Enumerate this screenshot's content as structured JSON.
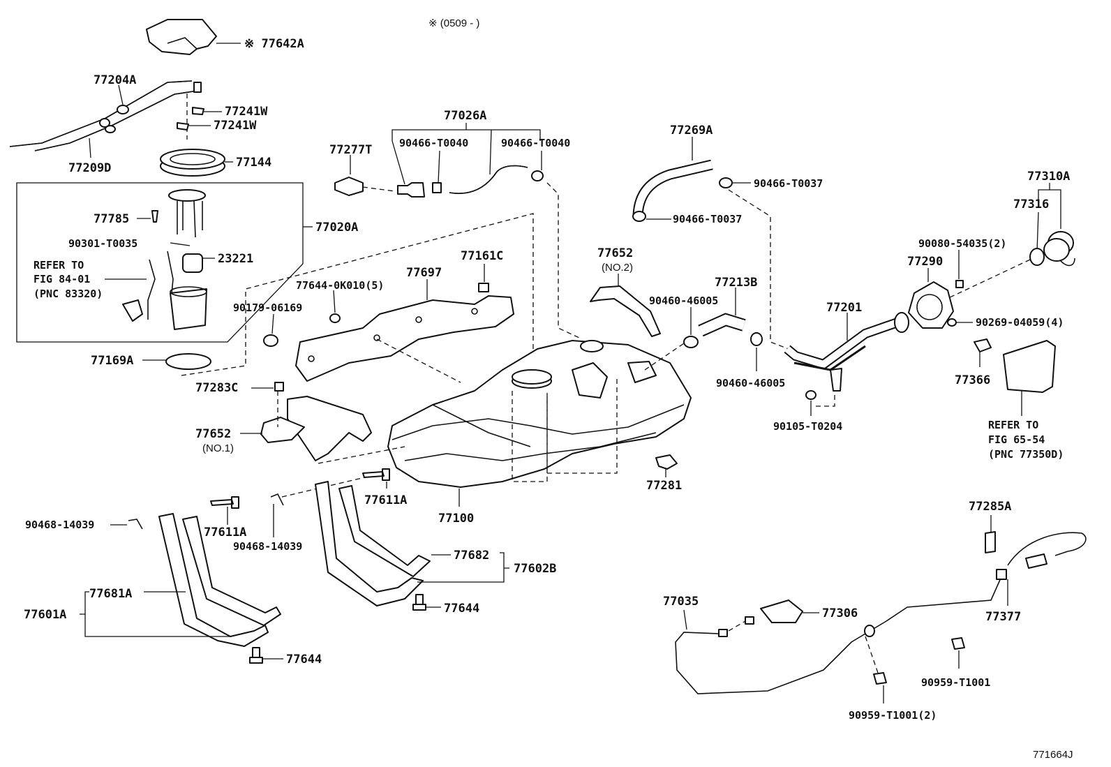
{
  "header_note": "※ (0509 -        )",
  "diagram_id": "771664J",
  "labels": {
    "l77642A": "※ 77642A",
    "l77204A": "77204A",
    "l77241W_1": "77241W",
    "l77241W_2": "77241W",
    "l77144": "77144",
    "l77209D": "77209D",
    "l77785": "77785",
    "l77020A": "77020A",
    "l90301": "90301-T0035",
    "l23221": "23221",
    "refer1_a": "REFER TO",
    "refer1_b": "FIG 84-01",
    "refer1_c": "(PNC 83320)",
    "l77169A": "77169A",
    "l77283C": "77283C",
    "l77652_1": "77652",
    "l77652_1n": "(NO.1)",
    "l90468_1": "90468-14039",
    "l77611A_1": "77611A",
    "l90468_2": "90468-14039",
    "l77681A": "77681A",
    "l77601A": "77601A",
    "l77644_1": "77644",
    "l77026A": "77026A",
    "l77277T": "77277T",
    "l90466_a": "90466-T0040",
    "l90466_b": "90466-T0040",
    "l90179": "90179-06169",
    "l77644_0K": "77644-0K010(5)",
    "l77697": "77697",
    "l77161C": "77161C",
    "l77652_2": "77652",
    "l77652_2n": "(NO.2)",
    "l77611A_2": "77611A",
    "l77100": "77100",
    "l77682": "77682",
    "l77602B": "77602B",
    "l77644_2": "77644",
    "l77281": "77281",
    "l77269A": "77269A",
    "l90466_c": "90466-T0037",
    "l90466_d": "90466-T0037",
    "l90460_a": "90460-46005",
    "l77213B": "77213B",
    "l90460_b": "90460-46005",
    "l77201": "77201",
    "l90105": "90105-T0204",
    "l77310A": "77310A",
    "l77316": "77316",
    "l90080": "90080-54035(2)",
    "l77290": "77290",
    "l90269": "90269-04059(4)",
    "l77366": "77366",
    "refer2_a": "REFER TO",
    "refer2_b": "FIG 65-54",
    "refer2_c": "(PNC 77350D)",
    "l77285A": "77285A",
    "l77035": "77035",
    "l77306": "77306",
    "l77377": "77377",
    "l90959_a": "90959-T1001",
    "l90959_b": "90959-T1001(2)"
  }
}
